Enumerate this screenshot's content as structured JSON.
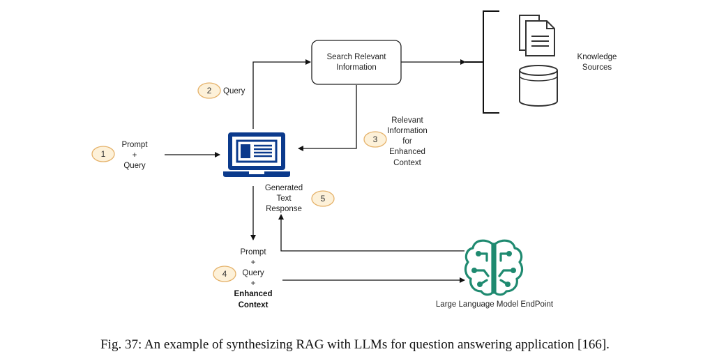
{
  "nodes": {
    "search_box": {
      "line1": "Search Relevant",
      "line2": "Information"
    },
    "knowledge_sources": {
      "line1": "Knowledge",
      "line2": "Sources"
    },
    "llm_endpoint": {
      "label": "Large Language Model EndPoint"
    },
    "laptop": {
      "icon": "laptop-icon"
    }
  },
  "steps": {
    "step1": {
      "number": "1",
      "line1": "Prompt",
      "line2": "+",
      "line3": "Query"
    },
    "step2": {
      "number": "2",
      "label": "Query"
    },
    "step3": {
      "number": "3",
      "line1": "Relevant",
      "line2": "Information",
      "line3": "for",
      "line4": "Enhanced",
      "line5": "Context"
    },
    "step4": {
      "number": "4",
      "line1": "Prompt",
      "line2": "+",
      "line3": "Query",
      "line4": "+",
      "line5": "Enhanced",
      "line6": "Context"
    },
    "step5": {
      "number": "5",
      "line1": "Generated",
      "line2": "Text",
      "line3": "Response"
    }
  },
  "caption": "Fig. 37: An example of synthesizing RAG with LLMs for question answering application [166].",
  "colors": {
    "laptop": "#0b3a8c",
    "brain": "#1f8a70",
    "badge_fill": "#fdf1d9",
    "badge_stroke": "#e5b26a"
  }
}
